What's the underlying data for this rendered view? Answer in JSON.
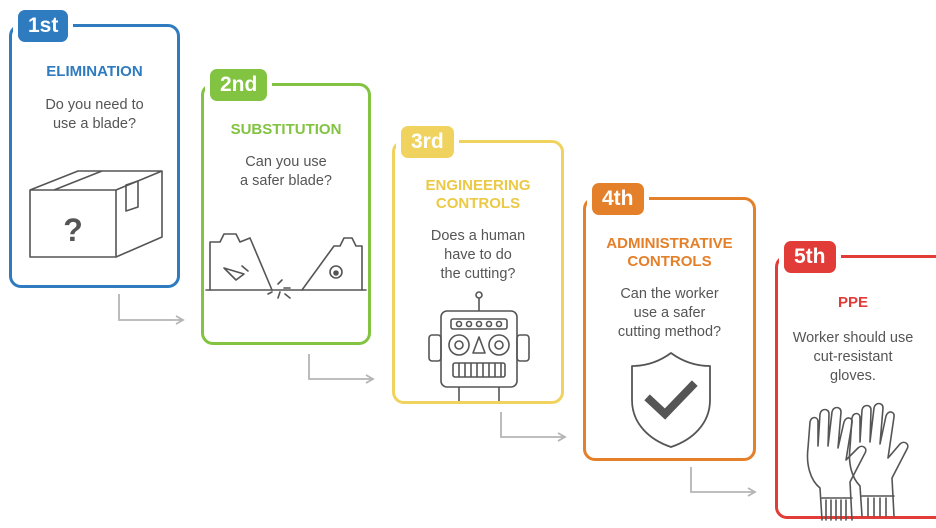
{
  "steps": [
    {
      "rank": "1st",
      "title": "ELIMINATION",
      "desc": [
        "Do you need to",
        "use a blade?"
      ],
      "color": "#2e7bbf",
      "icon": "box-question-icon"
    },
    {
      "rank": "2nd",
      "title": "SUBSTITUTION",
      "desc": [
        "Can you use",
        "a safer blade?"
      ],
      "color": "#82c341",
      "icon": "blades-icon"
    },
    {
      "rank": "3rd",
      "title_lines": [
        "ENGINEERING",
        "CONTROLS"
      ],
      "desc": [
        "Does a human",
        "have to do",
        "the cutting?"
      ],
      "color": "#f0d35e",
      "icon": "robot-icon"
    },
    {
      "rank": "4th",
      "title_lines": [
        "ADMINISTRATIVE",
        "CONTROLS"
      ],
      "desc": [
        "Can the worker",
        "use a safer",
        "cutting method?"
      ],
      "color": "#e47f2a",
      "icon": "shield-check-icon"
    },
    {
      "rank": "5th",
      "title": "PPE",
      "desc": [
        "Worker should use",
        "cut-resistant",
        "gloves."
      ],
      "color": "#e23c38",
      "icon": "gloves-icon"
    }
  ],
  "connector_color": "#b5b5b5",
  "question_mark": "?"
}
